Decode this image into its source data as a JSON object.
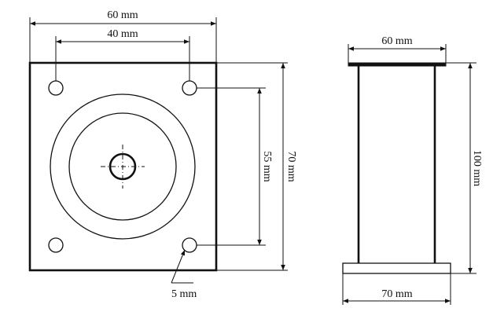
{
  "diagram": {
    "front_view": {
      "plate_width_label": "60 mm",
      "hole_spacing_horizontal_label": "40 mm",
      "hole_spacing_vertical_label": "55 mm",
      "plate_height_label": "70 mm",
      "hole_diameter_label": "5 mm"
    },
    "side_view": {
      "top_width_label": "60 mm",
      "height_label": "100 mm",
      "base_width_label": "70 mm"
    }
  }
}
